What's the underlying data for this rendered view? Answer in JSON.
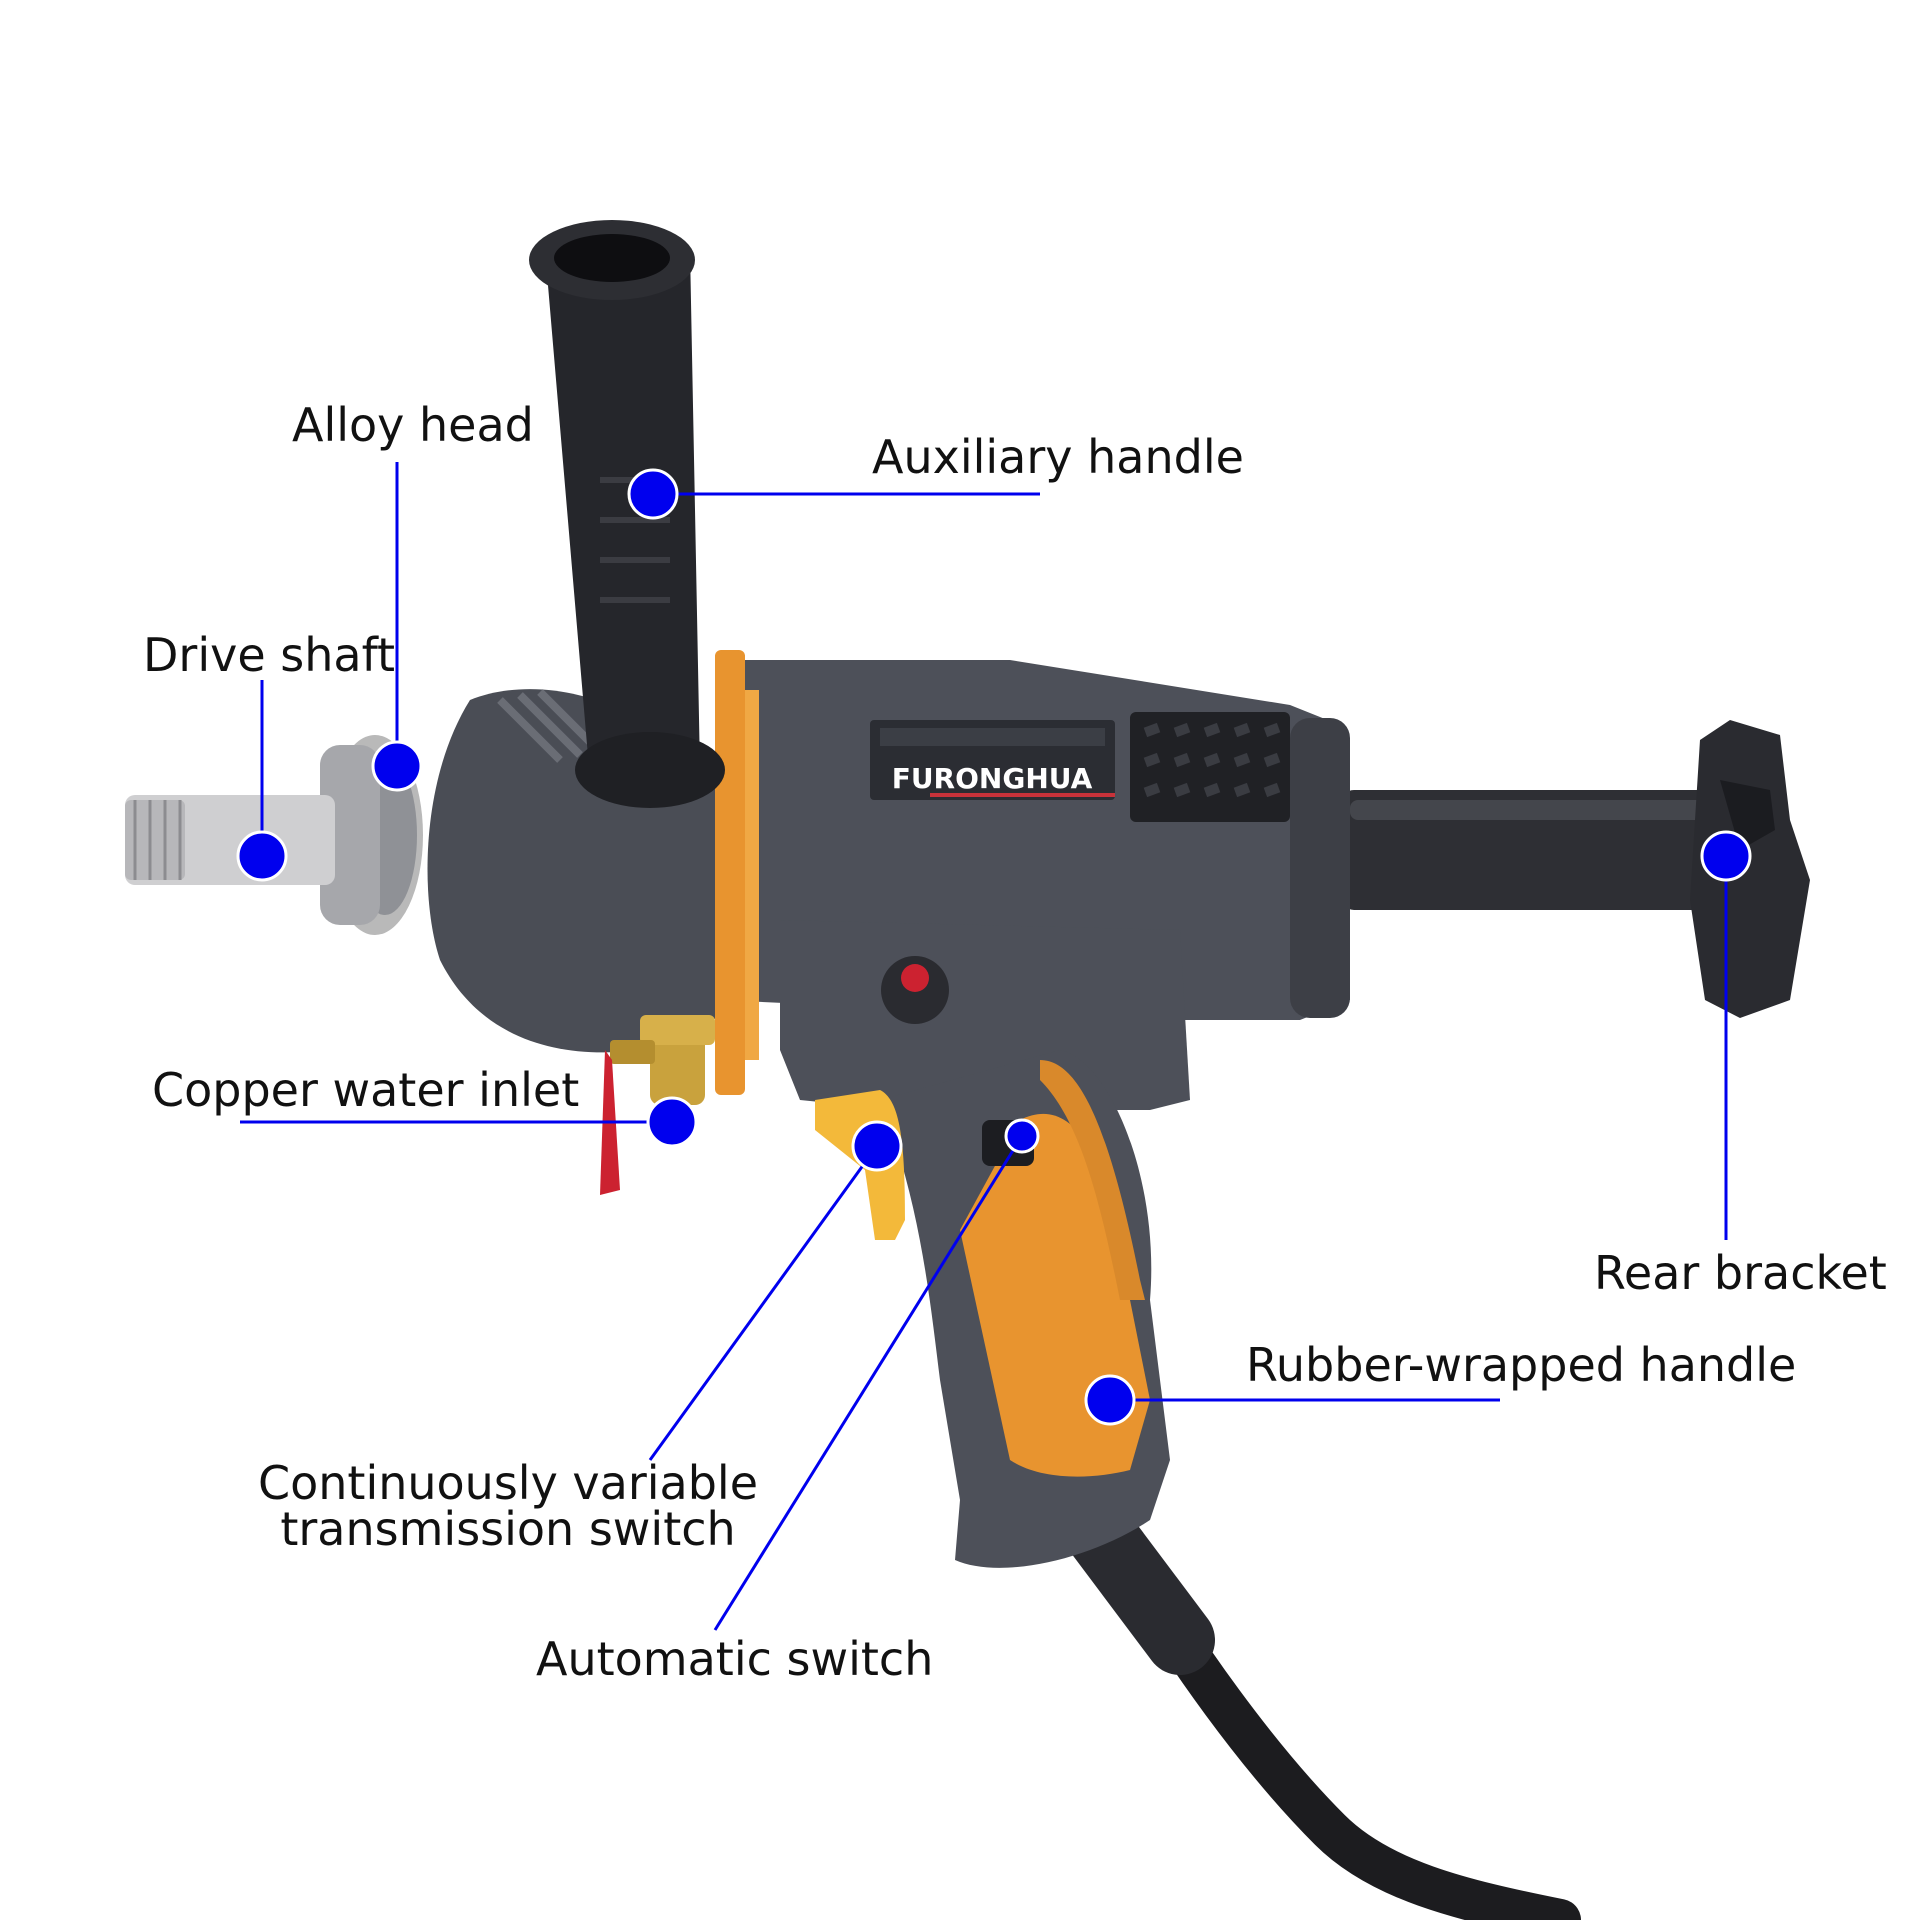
{
  "colors": {
    "callout": "#0000ee",
    "body_dark": "#4a4d55",
    "body_mid": "#5a5e67",
    "rubber": "#2f3035",
    "accent_orange": "#e8942f",
    "trigger_yellow": "#f3b93a",
    "brass": "#c9a23d",
    "valve_red": "#cc2230",
    "metal": "#c8c8c8",
    "brand_red": "#c8323a"
  },
  "product": {
    "brand": "FURONGHUA"
  },
  "labels": {
    "alloy_head": "Alloy head",
    "auxiliary_handle": "Auxiliary handle",
    "drive_shaft": "Drive shaft",
    "copper_water_inlet": "Copper water inlet",
    "rear_bracket": "Rear bracket",
    "rubber_wrapped_handle": "Rubber-wrapped handle",
    "cvt_switch_line1": "Continuously variable",
    "cvt_switch_line2": "transmission switch",
    "automatic_switch": "Automatic switch"
  },
  "icons": {
    "callout_marker": "dot-icon"
  }
}
